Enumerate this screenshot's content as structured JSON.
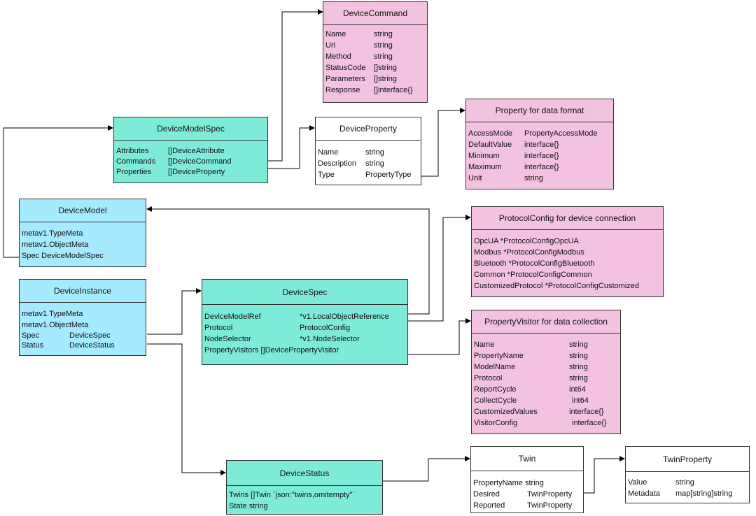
{
  "colors": {
    "pink": "#f2c2e0",
    "teal": "#7eebd9",
    "blue": "#a6eaff",
    "white": "#ffffff",
    "line": "#000000"
  },
  "device_command": {
    "title": "DeviceCommand",
    "fields": [
      {
        "name": "Name",
        "type": "string"
      },
      {
        "name": "Uri",
        "type": "string"
      },
      {
        "name": "Method",
        "type": "string"
      },
      {
        "name": "StatusCode",
        "type": "[]string"
      },
      {
        "name": "Parameters",
        "type": "[]string"
      },
      {
        "name": "Response",
        "type": "[]interface{}"
      }
    ]
  },
  "device_model_spec": {
    "title": "DeviceModelSpec",
    "fields": [
      {
        "name": "Attributes",
        "type": "[]DeviceAttribute"
      },
      {
        "name": "Commands",
        "type": "[]DeviceCommand"
      },
      {
        "name": "Properties",
        "type": "[]DeviceProperty"
      }
    ]
  },
  "device_property": {
    "title": "DeviceProperty",
    "fields": [
      {
        "name": "Name",
        "type": "string"
      },
      {
        "name": "Description",
        "type": "string"
      },
      {
        "name": "Type",
        "type": "PropertyType"
      }
    ]
  },
  "property_format": {
    "title": "Property for data format",
    "fields": [
      {
        "name": "AccessMode",
        "type": "PropertyAccessMode"
      },
      {
        "name": "DefaultValue",
        "type": "interface{}"
      },
      {
        "name": "Minimum",
        "type": "interface{}"
      },
      {
        "name": "Maximum",
        "type": "interface{}"
      },
      {
        "name": "Unit",
        "type": "string"
      }
    ]
  },
  "device_model": {
    "title": "DeviceModel",
    "lines": [
      "metav1.TypeMeta",
      "metav1.ObjectMeta",
      "Spec DeviceModelSpec"
    ]
  },
  "protocol_config": {
    "title": "ProtocolConfig for device connection",
    "lines": [
      "OpcUA *ProtocolConfigOpcUA",
      "Modbus *ProtocolConfigModbus",
      "Bluetooth *ProtocolConfigBluetooth",
      "Common *ProtocolConfigCommon",
      "CustomizedProtocol *ProtocolConfigCustomized"
    ]
  },
  "device_instance": {
    "title": "DeviceInstance",
    "lines": [
      "metav1.TypeMeta",
      "metav1.ObjectMeta"
    ],
    "fields": [
      {
        "name": "Spec",
        "type": "DeviceSpec"
      },
      {
        "name": "Status",
        "type": "DeviceStatus"
      }
    ]
  },
  "device_spec": {
    "title": "DeviceSpec",
    "fields": [
      {
        "name": "DeviceModelRef",
        "type": "*v1.LocalObjectReference"
      },
      {
        "name": "Protocol",
        "type": "ProtocolConfig"
      },
      {
        "name": "NodeSelector",
        "type": "*v1.NodeSelector"
      }
    ],
    "lines": [
      "PropertyVisitors []DevicePropertyVisitor"
    ]
  },
  "property_visitor": {
    "title": "PropertyVisitor for data collection",
    "fields": [
      {
        "name": "Name",
        "type": "string"
      },
      {
        "name": "PropertyName",
        "type": "string"
      },
      {
        "name": "ModelName",
        "type": "string"
      },
      {
        "name": "Protocol",
        "type": "string"
      },
      {
        "name": "ReportCycle",
        "type": "int64"
      },
      {
        "name": "CollectCycle",
        "type": "int64"
      },
      {
        "name": "CustomizedValues",
        "type": "interface{}"
      },
      {
        "name": "VisitorConfig",
        "type": "interface{}"
      }
    ]
  },
  "device_status": {
    "title": "DeviceStatus",
    "lines": [
      "Twins []Twin `json:\"twins,omitempty\"`",
      "State string"
    ]
  },
  "twin": {
    "title": "Twin",
    "lines": [
      "PropertyName string"
    ],
    "fields": [
      {
        "name": "Desired",
        "type": "TwinProperty"
      },
      {
        "name": "Reported",
        "type": "TwinProperty"
      }
    ]
  },
  "twin_property": {
    "title": "TwinProperty",
    "fields": [
      {
        "name": "Value",
        "type": "string"
      },
      {
        "name": "Metadata",
        "type": "map[string]string"
      }
    ]
  }
}
